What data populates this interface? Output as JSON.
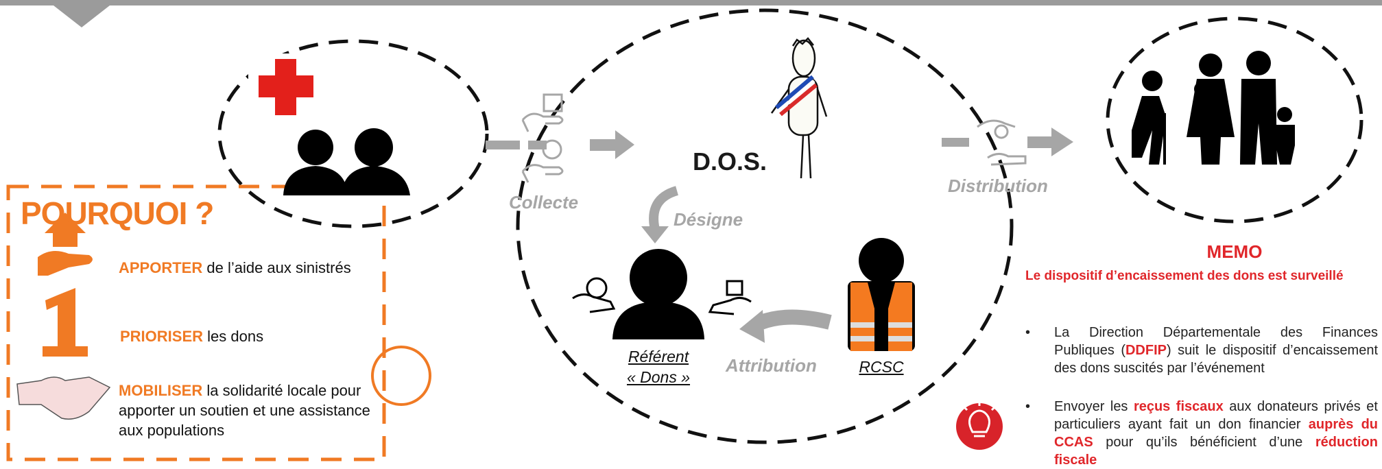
{
  "flow": {
    "collecte": "Collecte",
    "distribution": "Distribution",
    "designe": "Désigne",
    "attribution": "Attribution",
    "dos": "D.O.S.",
    "referent_line1": "Référent",
    "referent_line2": "« Dons »",
    "rcsc": "RCSC"
  },
  "pourquoi": {
    "title": "POURQUOI ?",
    "items": [
      {
        "keyword": "APPORTER",
        "text": " de l’aide aux sinistrés"
      },
      {
        "keyword": "PRIORISER",
        "text": " les dons"
      },
      {
        "keyword": "MOBILISER",
        "text": " la solidarité locale pour apporter un soutien et une assistance aux populations"
      }
    ],
    "digit": "1"
  },
  "memo": {
    "title": "MEMO",
    "subtitle": "Le dispositif d’encaissement des dons est surveillé",
    "bullet1": {
      "pre": "La Direction Départementale des Finances Publiques (",
      "highlight": "DDFIP",
      "post": ") suit le dispositif d’encaissement des dons suscités par l’événement"
    },
    "bullet2": {
      "pre": "Envoyer les ",
      "highlight1": "reçus fiscaux",
      "mid": " aux donateurs privés et particuliers ayant fait un don financier ",
      "highlight2": "auprès du CCAS",
      "mid2": " pour qu’ils bénéficient d’une ",
      "highlight3": "réduction fiscale",
      "post": ""
    }
  },
  "colors": {
    "orange": "#f07a24",
    "red": "#e0262a",
    "gray": "#a6a6a6"
  }
}
